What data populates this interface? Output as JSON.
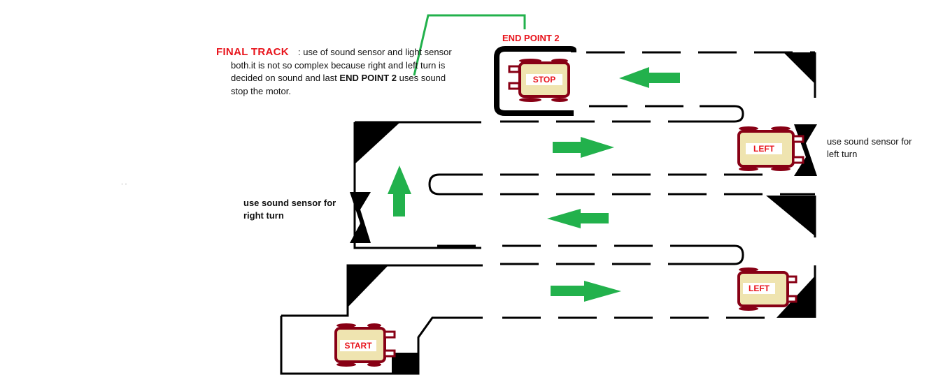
{
  "title": {
    "heading": "FINAL TRACK",
    "line1": ": use of sound sensor and light sensor",
    "line2": "both.it is not so complex because right and left turn is",
    "line3_pre": "decided on sound and last ",
    "line3_bold": "END POINT 2",
    "line3_post": " uses sound",
    "line4": "stop the motor."
  },
  "end_point_label": "END POINT 2",
  "notes": {
    "right_line1": "use sound sensor for",
    "right_line2": "right turn",
    "left_line1": "use sound sensor for",
    "left_line2": "left turn"
  },
  "cars": {
    "stop": "STOP",
    "left_upper": "LEFT",
    "left_lower": "LEFT",
    "start": "START"
  },
  "stray_marks": "· ·",
  "colors": {
    "track": "#000000",
    "arrow": "#22b14c",
    "car_outline": "#880015",
    "car_body": "#efe4b0",
    "label_red": "#e8141c",
    "pointer": "#22b14c"
  }
}
